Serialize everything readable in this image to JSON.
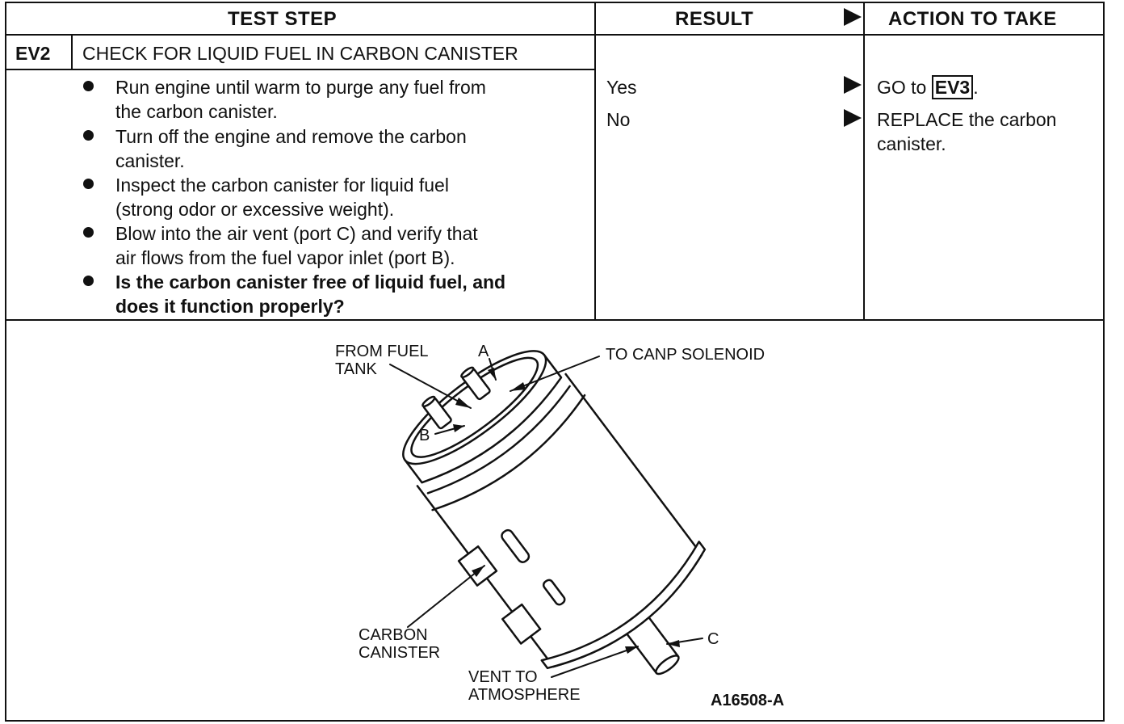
{
  "header": {
    "test_step": "TEST STEP",
    "result": "RESULT",
    "action": "ACTION TO TAKE"
  },
  "step": {
    "id": "EV2",
    "title": "CHECK FOR LIQUID FUEL IN CARBON CANISTER",
    "bullets": [
      {
        "line1": "Run engine until warm to purge any fuel from",
        "line2": "the carbon canister."
      },
      {
        "line1": "Turn off the engine and remove the carbon",
        "line2": "canister."
      },
      {
        "line1": "Inspect the carbon canister for liquid fuel",
        "line2": "(strong odor or excessive weight)."
      },
      {
        "line1": "Blow into the air vent (port C) and verify that",
        "line2": "air flows from the fuel vapor inlet (port B)."
      },
      {
        "line1": "Is the carbon canister free of liquid fuel, and",
        "line2": "does it function properly?"
      }
    ]
  },
  "results": {
    "yes": "Yes",
    "no": "No"
  },
  "actions": {
    "yes_prefix": "GO to",
    "yes_ref": "EV3",
    "yes_suffix": ".",
    "no_line1": "REPLACE the carbon",
    "no_line2": "canister."
  },
  "diagram": {
    "from_fuel_line1": "FROM FUEL",
    "from_fuel_line2": "TANK",
    "port_a": "A",
    "to_canp": "TO CANP SOLENOID",
    "port_b": "B",
    "carbon_line1": "CARBON",
    "carbon_line2": "CANISTER",
    "vent_line1": "VENT TO",
    "vent_line2": "ATMOSPHERE",
    "port_c": "C",
    "figure_id": "A16508-A"
  }
}
